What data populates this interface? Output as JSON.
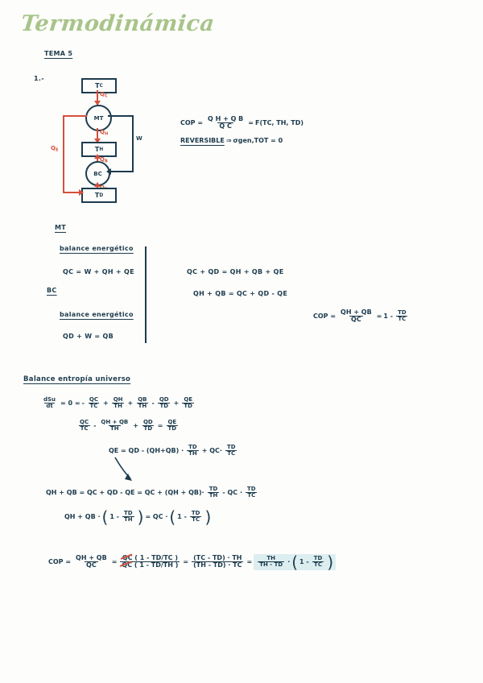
{
  "document": {
    "title": "Termodinámica",
    "section": "TEMA 5",
    "problem_number": "1.-"
  },
  "diagram": {
    "name": "triple-reservoir-heat-engine-heat-pump",
    "nodes": [
      {
        "id": "TC",
        "label": "T",
        "sub": "C",
        "shape": "box"
      },
      {
        "id": "MT",
        "label": "MT",
        "shape": "circle"
      },
      {
        "id": "TH",
        "label": "T",
        "sub": "H",
        "shape": "box"
      },
      {
        "id": "BC",
        "label": "BC",
        "shape": "circle"
      },
      {
        "id": "TD",
        "label": "T",
        "sub": "D",
        "shape": "box"
      }
    ],
    "flows": [
      {
        "label": "Q",
        "sub": "C",
        "color": "#d4503c"
      },
      {
        "label": "Q",
        "sub": "H",
        "color": "#d4503c"
      },
      {
        "label": "Q",
        "sub": "B",
        "color": "#d4503c"
      },
      {
        "label": "Q",
        "sub": "D",
        "color": "#d4503c"
      },
      {
        "label": "Q",
        "sub": "E",
        "color": "#d4503c"
      },
      {
        "label": "W",
        "sub": "",
        "color": "#1d3c4e"
      }
    ]
  },
  "right_notes": {
    "cop_line": {
      "lead": "COP =",
      "num": "Q H + Q B",
      "den": "Q C",
      "eq2": "=",
      "func": "F(TC, TH, TD)"
    },
    "reversible": "REVERSIBLE",
    "arrow": "⇒",
    "sigma": "σgen,TOT = 0"
  },
  "mt_block": {
    "heading": "MT",
    "balance_label": "balance energético",
    "equation": "QC = W + QH + QE"
  },
  "bc_block": {
    "heading": "BC",
    "balance_label": "balance energético",
    "equation": "QD + W = QB"
  },
  "combined": {
    "line1": "QC + QD = QH + QB + QE",
    "line2": "QH + QB = QC + QD - QE"
  },
  "cop_mid": {
    "lead": "COP =",
    "num": "QH + QB",
    "den": "QC",
    "eq": "=",
    "result_lead": "1 -",
    "result_num": "TD",
    "result_den": "TC"
  },
  "entropy": {
    "heading": "Balance entropía universo",
    "line1": {
      "dnum": "dSu",
      "dden": "dt",
      "eq": "= 0 =",
      "t1_sign": "-",
      "t1n": "QC",
      "t1d": "TC",
      "t2_sign": "+",
      "t2n": "QH",
      "t2d": "TH",
      "t3_sign": "+",
      "t3n": "QB",
      "t3d": "TH",
      "t4_sign": "-",
      "t4n": "QD",
      "t4d": "TD",
      "t5_sign": "+",
      "t5n": "QE",
      "t5d": "TD"
    },
    "line2": {
      "a_n": "QC",
      "a_d": "TC",
      "s1": "-",
      "b_n": "QH + QB",
      "b_d": "TH",
      "s2": "+",
      "c_n": "QD",
      "c_d": "TD",
      "eq": "=",
      "d_n": "QE",
      "d_d": "TD"
    },
    "line3": {
      "lead": "QE = QD - (QH+QB) ·",
      "f1n": "TD",
      "f1d": "TH",
      "mid": "+ QC·",
      "f2n": "TD",
      "f2d": "TC"
    },
    "line4": {
      "lead": "QH + QB = QC + QD - QE = QC + (QH + QB)·",
      "f1n": "TD",
      "f1d": "TH",
      "mid": "- QC ·",
      "f2n": "TD",
      "f2d": "TC"
    },
    "line5": {
      "lead": "QH + QB ·",
      "open": "(",
      "one": "1 -",
      "fn": "TD",
      "fd": "TH",
      "close": ")",
      "eq": "= QC ·",
      "open2": "(",
      "one2": "1 -",
      "fn2": "TD",
      "fd2": "TC",
      "close2": ")"
    }
  },
  "final_cop": {
    "lead": "COP =",
    "f1n": "QH + QB",
    "f1d": "QC",
    "eq1": "=",
    "num_strike": "QC",
    "num_paren": "( 1 - TD/TC )",
    "den_strike": "QC",
    "den_paren": "( 1 - TD/TH )",
    "eq2": "=",
    "f3n": "(TC - TD) · TH",
    "f3d": "(TH - TD) · TC",
    "eq3": "=",
    "hl_fn": "TH",
    "hl_fd": "TH - TD",
    "hl_dot": "·",
    "hl_open": "(",
    "hl_one": "1 -",
    "hl_fn2": "TD",
    "hl_fd2": "TC",
    "hl_close": ")"
  },
  "colors": {
    "ink": "#1d3c4e",
    "red": "#d4503c",
    "title_green": "#a8c48a",
    "highlight": "#dceef0",
    "paper": "#fdfdfb"
  }
}
